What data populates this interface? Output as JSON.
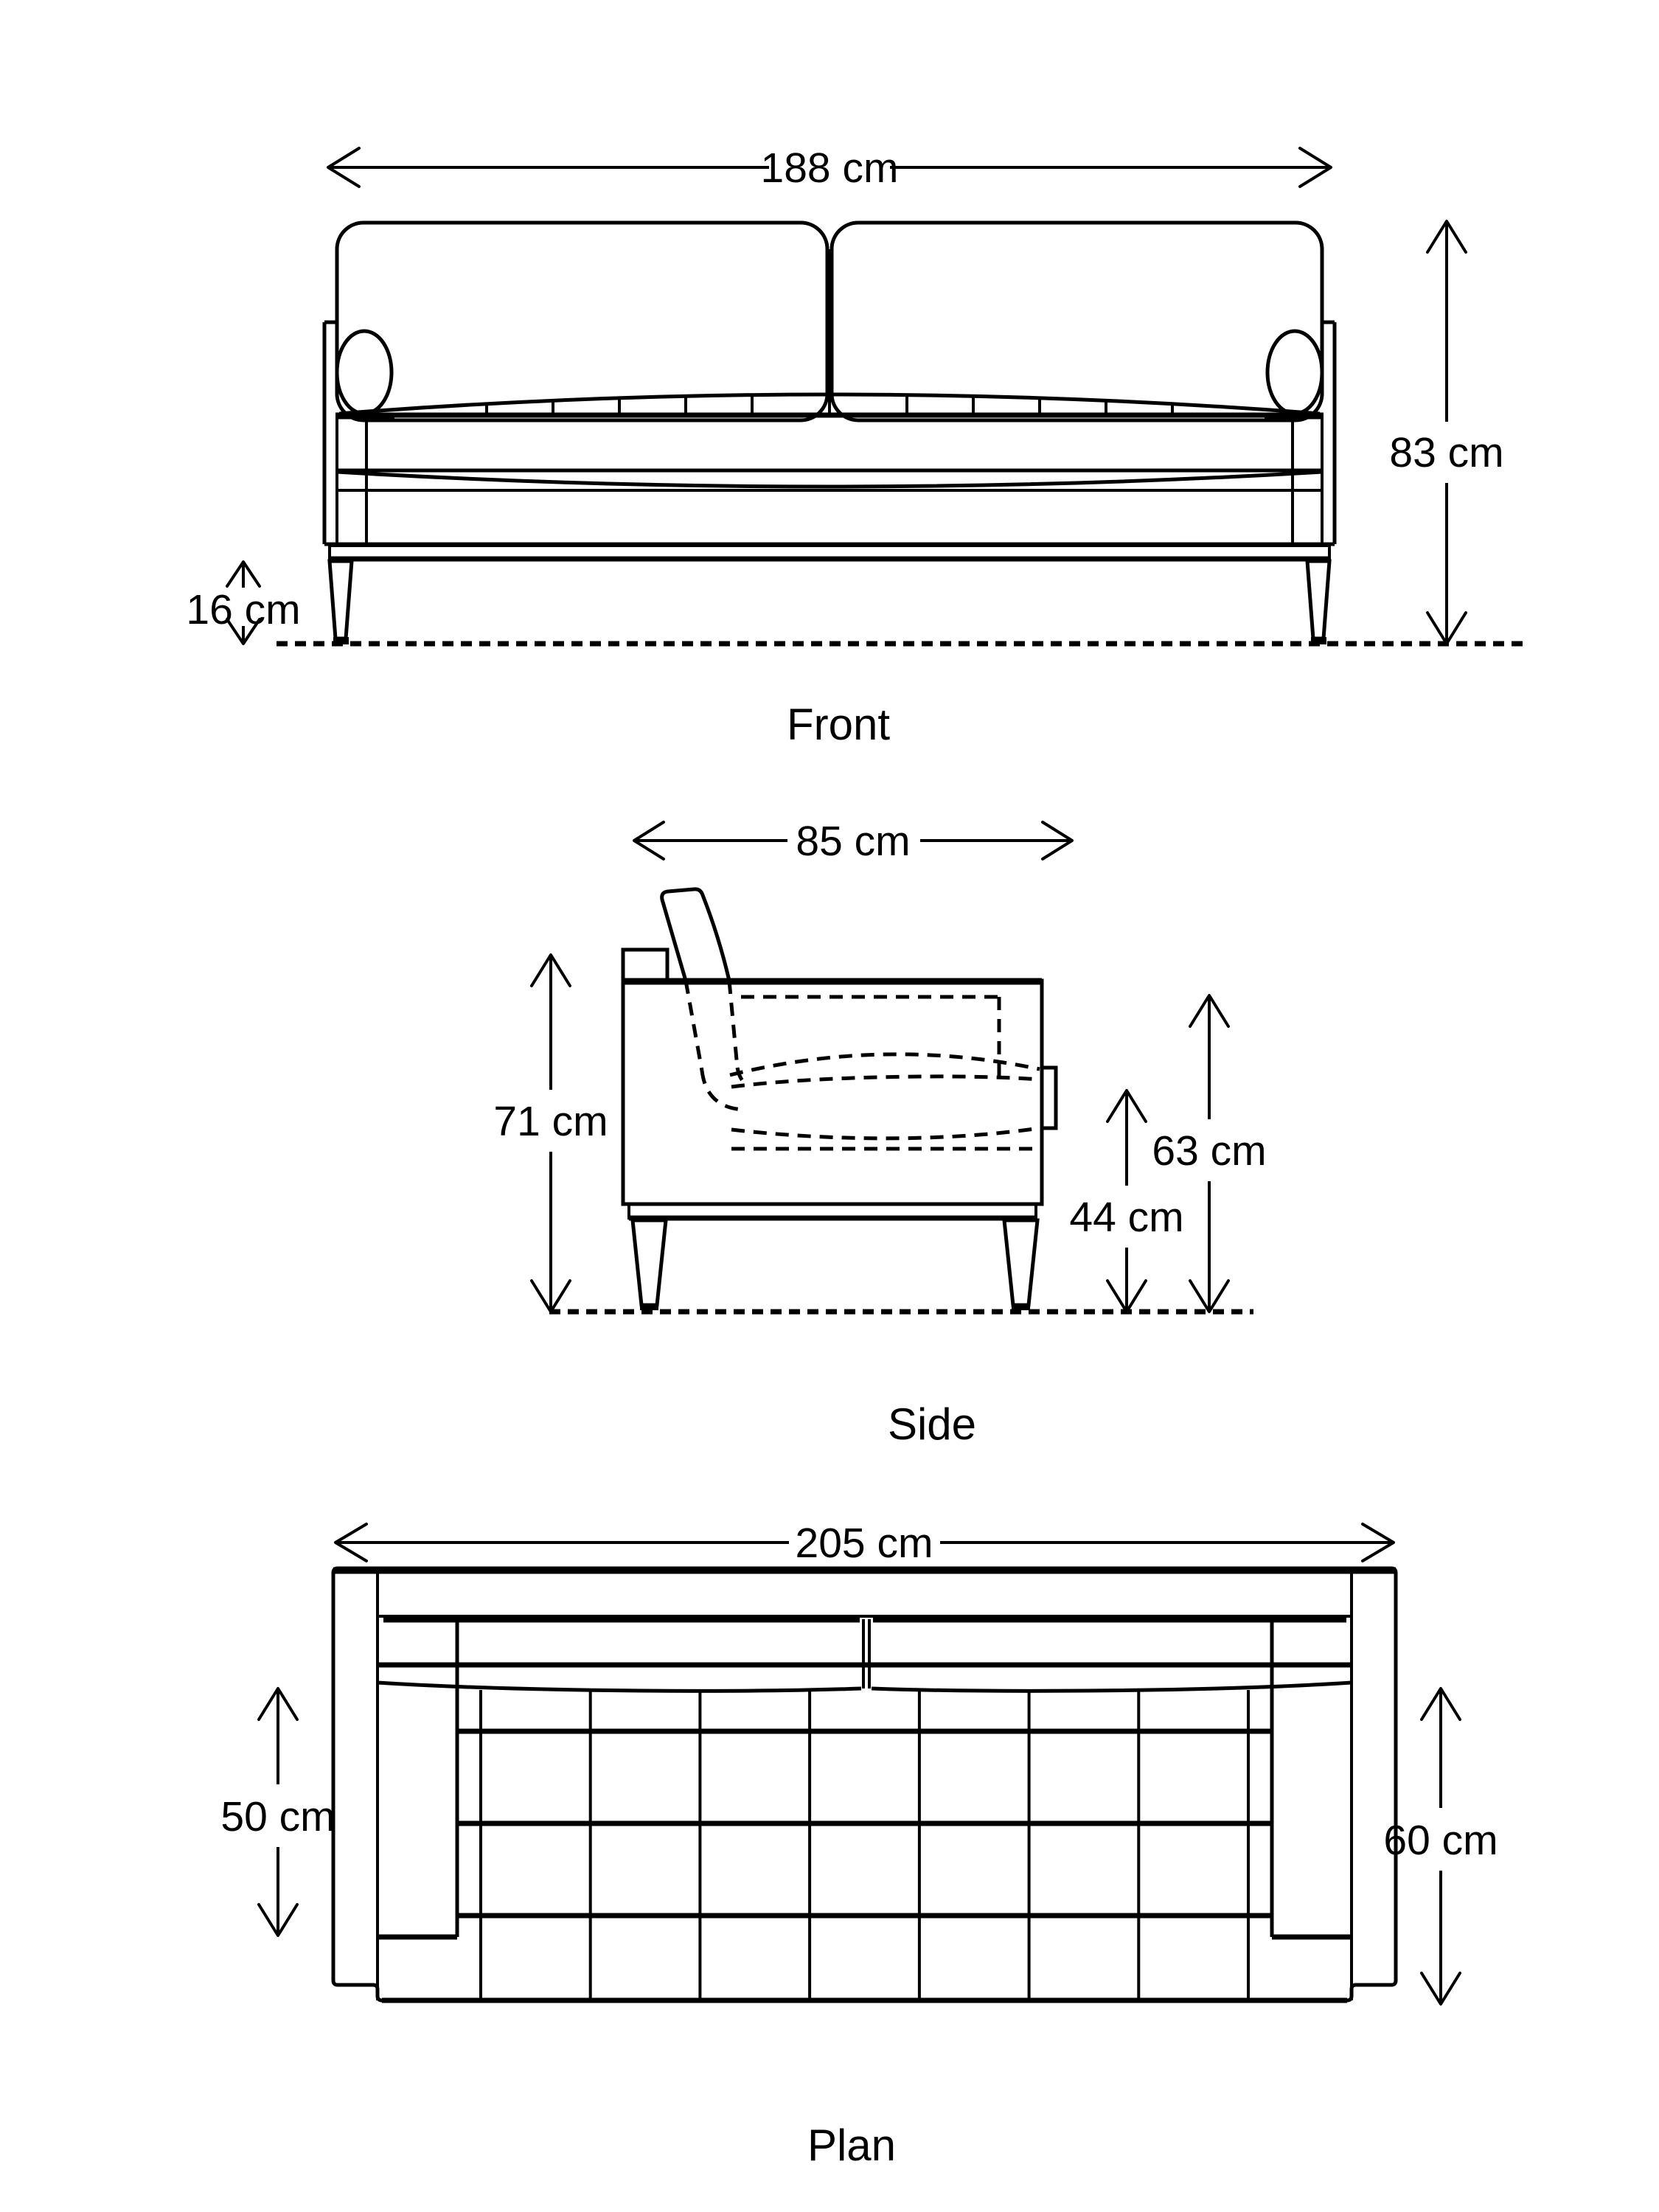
{
  "document": {
    "background": "#ffffff",
    "ink": "#000000",
    "subject": "sofa dimensions technical drawing"
  },
  "views": {
    "front": {
      "caption": "Front",
      "dims": {
        "overall_width": "188 cm",
        "overall_height": "83 cm",
        "leg_height": "16 cm"
      }
    },
    "side": {
      "caption": "Side",
      "dims": {
        "overall_depth": "85 cm",
        "back_height": "71 cm",
        "arm_height": "63 cm",
        "seat_height": "44 cm"
      }
    },
    "plan": {
      "caption": "Plan",
      "dims": {
        "overall_width": "205 cm",
        "seat_depth": "50 cm",
        "overall_depth": "60 cm"
      }
    }
  }
}
